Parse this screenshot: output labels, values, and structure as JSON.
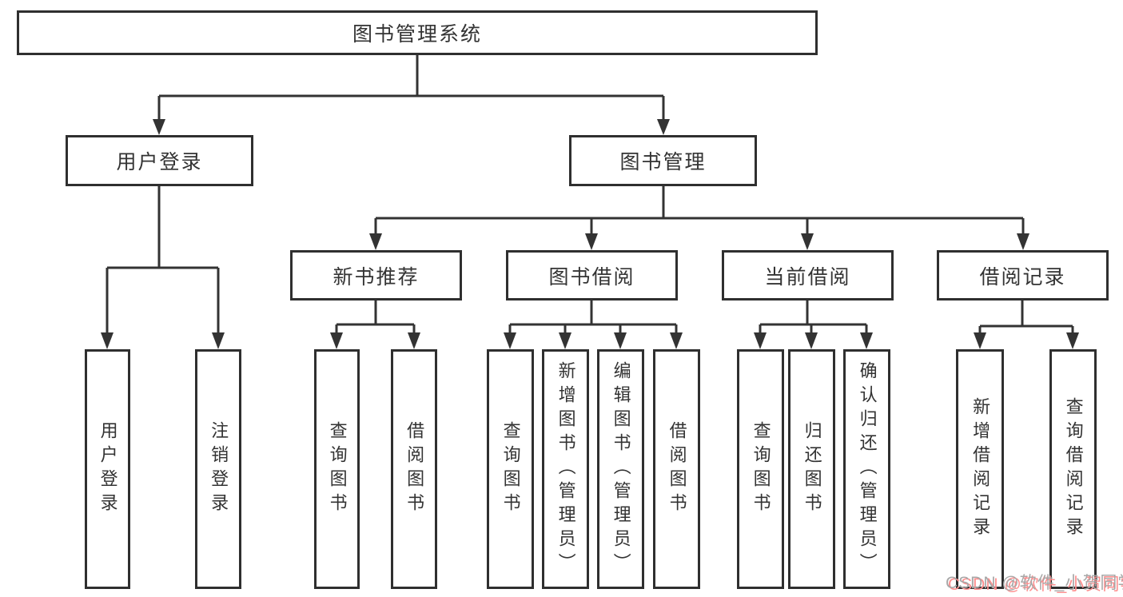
{
  "diagram": {
    "root": {
      "label": "图书管理系统",
      "children": [
        {
          "label": "用户登录",
          "children": [
            {
              "label": "用户登录"
            },
            {
              "label": "注销登录"
            }
          ]
        },
        {
          "label": "图书管理",
          "children": [
            {
              "label": "新书推荐",
              "children": [
                {
                  "label": "查询图书"
                },
                {
                  "label": "借阅图书"
                }
              ]
            },
            {
              "label": "图书借阅",
              "children": [
                {
                  "label": "查询图书"
                },
                {
                  "label": "新增图书（管理员）"
                },
                {
                  "label": "编辑图书（管理员）"
                },
                {
                  "label": "借阅图书"
                }
              ]
            },
            {
              "label": "当前借阅",
              "children": [
                {
                  "label": "查询图书"
                },
                {
                  "label": "归还图书"
                },
                {
                  "label": "确认归还（管理员）"
                }
              ]
            },
            {
              "label": "借阅记录",
              "children": [
                {
                  "label": "新增借阅记录"
                },
                {
                  "label": "查询借阅记录"
                }
              ]
            }
          ]
        }
      ]
    }
  },
  "watermark": {
    "text": "CSDN @软件_小贺同学"
  },
  "colors": {
    "line": "#333333",
    "box_border": "#2f2f2f",
    "text": "#333333",
    "background": "#ffffff",
    "watermark_text": "#a8a8a8",
    "watermark_shadow": "#ff8d8d"
  }
}
